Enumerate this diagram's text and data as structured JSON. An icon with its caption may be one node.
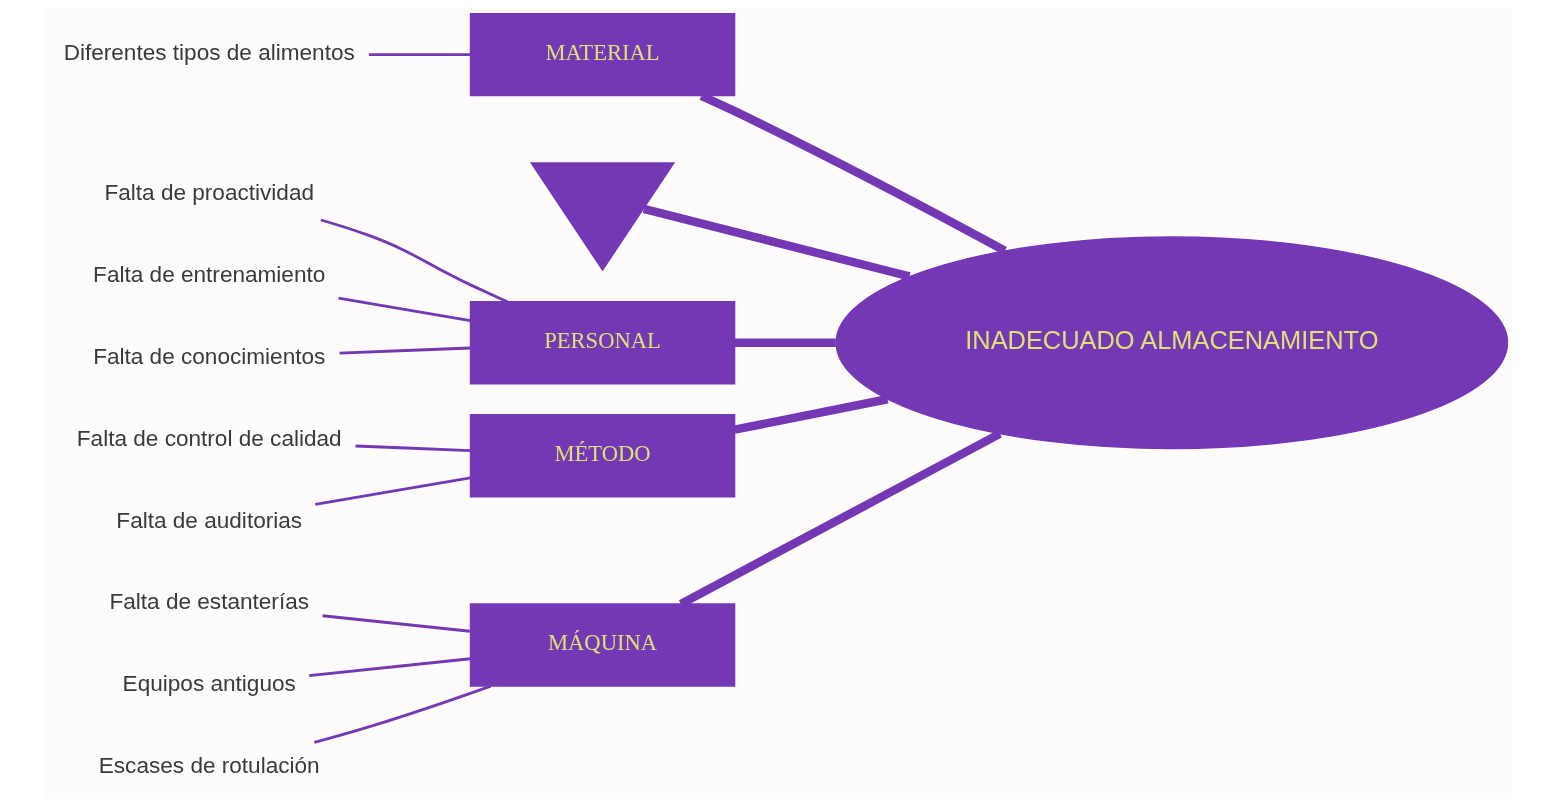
{
  "diagram": {
    "nodes": [
      {
        "text": [
          "MÁQUINA"
        ]
      },
      {
        "text": [
          "MATERIAL"
        ]
      },
      {
        "text": [
          "Falta de estanterías"
        ]
      },
      {
        "text": [
          "Equipos antiguos"
        ]
      },
      {
        "text": [
          "Escases de rotulación"
        ]
      },
      {
        "text": [
          "Diferentes tipos de alimentos"
        ]
      },
      {
        "text": [],
        "shape": "fin"
      },
      {
        "text": [
          "INADECUADO ALMACENAMIENTO"
        ]
      },
      {
        "text": [
          "Falta de proactividad"
        ]
      },
      {
        "text": [
          "Falta de entrenamiento"
        ]
      },
      {
        "text": [
          "Falta de conocimientos"
        ]
      },
      {
        "text": [
          "Falta de control de calidad"
        ]
      },
      {
        "text": [
          "Falta de auditorias"
        ]
      },
      {
        "text": [
          "PERSONAL"
        ]
      },
      {
        "text": [
          "MÉTODO"
        ]
      }
    ],
    "edges": [
      {
        "from": 2,
        "to": 0,
        "arrow": "none"
      },
      {
        "from": 3,
        "to": 0,
        "arrow": "none"
      },
      {
        "from": 4,
        "to": 0,
        "arrow": "none"
      },
      {
        "from": 5,
        "to": 1,
        "arrow": "none"
      },
      {
        "from": 8,
        "to": 13,
        "arrow": "none"
      },
      {
        "from": 9,
        "to": 13,
        "arrow": "none"
      },
      {
        "from": 10,
        "to": 13,
        "arrow": "none"
      },
      {
        "from": 11,
        "to": 14,
        "arrow": "none"
      },
      {
        "from": 12,
        "to": 14,
        "arrow": "none"
      },
      {
        "from": 0,
        "to": 7,
        "arrow": "none",
        "style": "thick"
      },
      {
        "from": 1,
        "to": 7,
        "arrow": "none",
        "style": "thick"
      },
      {
        "from": 13,
        "to": 7,
        "arrow": "none",
        "style": "thick"
      },
      {
        "from": 14,
        "to": 7,
        "arrow": "none",
        "style": "thick"
      },
      {
        "from": 6,
        "to": 7,
        "arrow": "none",
        "style": "thick"
      }
    ]
  }
}
